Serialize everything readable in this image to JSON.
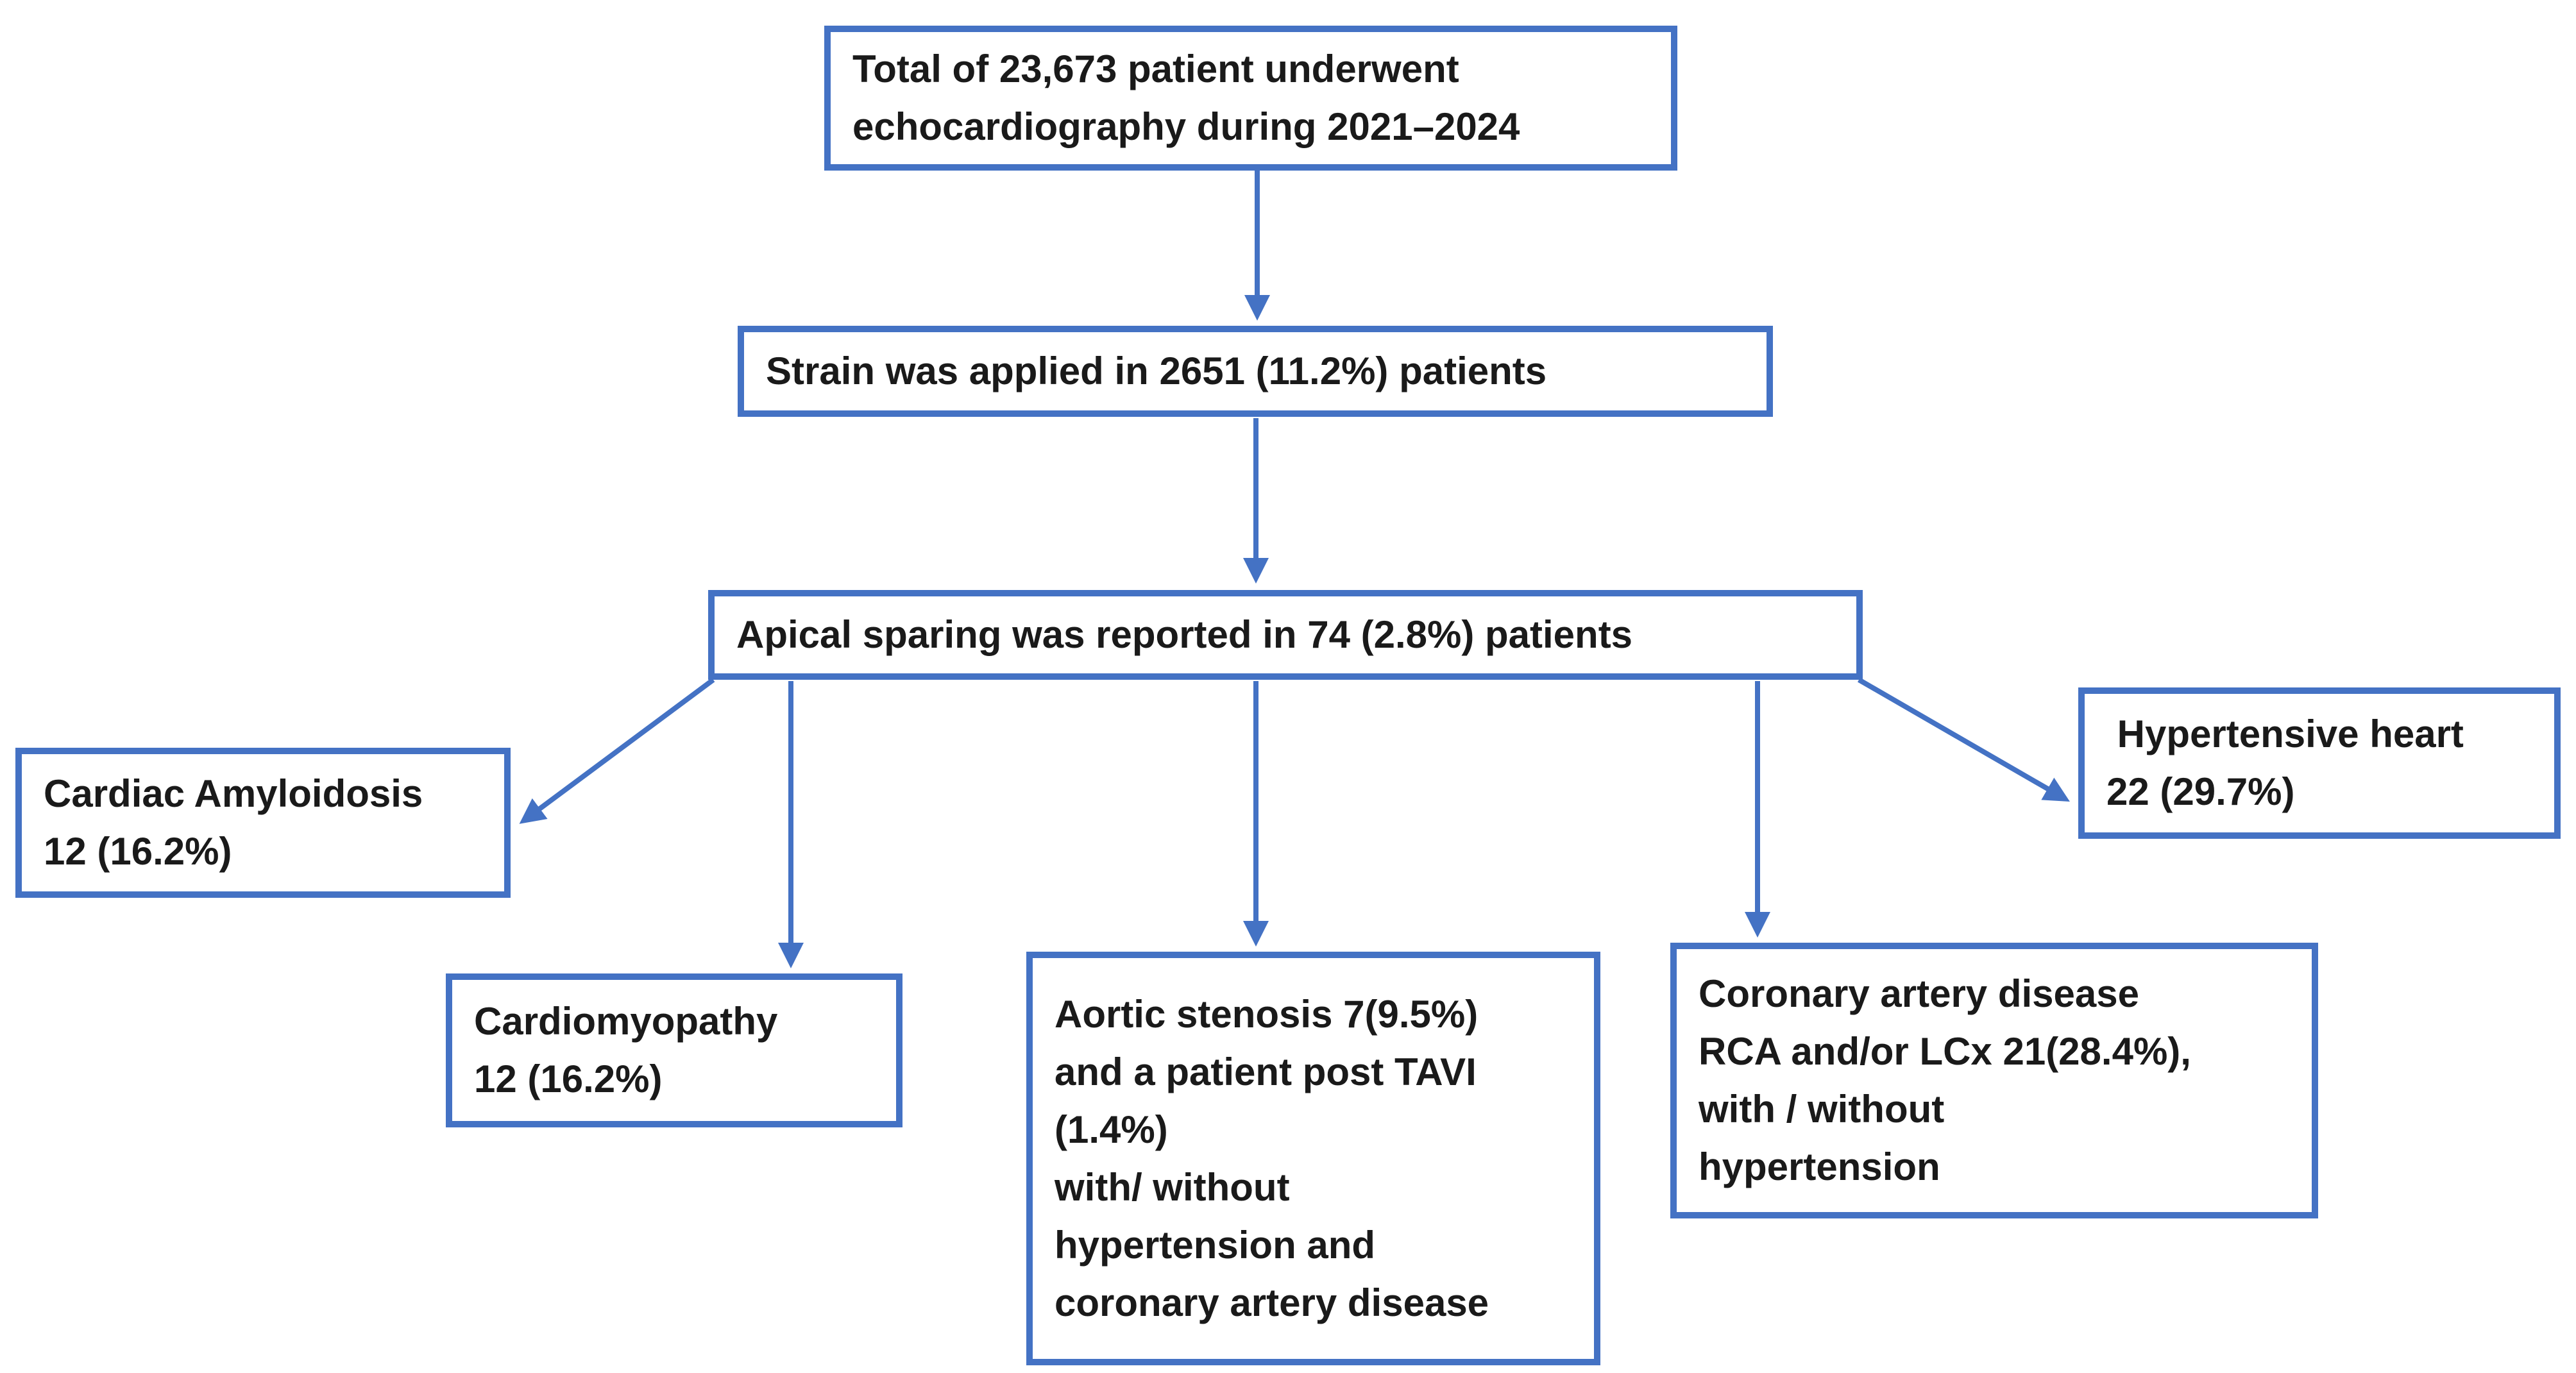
{
  "diagram_type": "flowchart",
  "colors": {
    "accent": "#4472c4",
    "text": "#1a1a1a",
    "background": "#ffffff"
  },
  "nodes": {
    "total": {
      "text": "Total of 23,673 patient underwent\nechocardiography during 2021–2024"
    },
    "strain": {
      "text": "Strain was applied in 2651 (11.2%) patients"
    },
    "apical": {
      "text": "Apical sparing was reported in 74 (2.8%) patients"
    },
    "amyloidosis": {
      "text": "Cardiac Amyloidosis\n12 (16.2%)"
    },
    "cardiomyopathy": {
      "text": "Cardiomyopathy\n12 (16.2%)"
    },
    "aortic": {
      "text": "Aortic stenosis 7(9.5%)\nand a patient post TAVI\n(1.4%)\nwith/ without\nhypertension and\ncoronary artery disease"
    },
    "coronary": {
      "text": "Coronary artery disease\nRCA and/or LCx 21(28.4%),\nwith / without\nhypertension"
    },
    "hypertensive": {
      "text": " Hypertensive heart\n22 (29.7%)"
    }
  },
  "edges": [
    {
      "from": "total",
      "to": "strain"
    },
    {
      "from": "strain",
      "to": "apical"
    },
    {
      "from": "apical",
      "to": "amyloidosis"
    },
    {
      "from": "apical",
      "to": "cardiomyopathy"
    },
    {
      "from": "apical",
      "to": "aortic"
    },
    {
      "from": "apical",
      "to": "coronary"
    },
    {
      "from": "apical",
      "to": "hypertensive"
    }
  ]
}
